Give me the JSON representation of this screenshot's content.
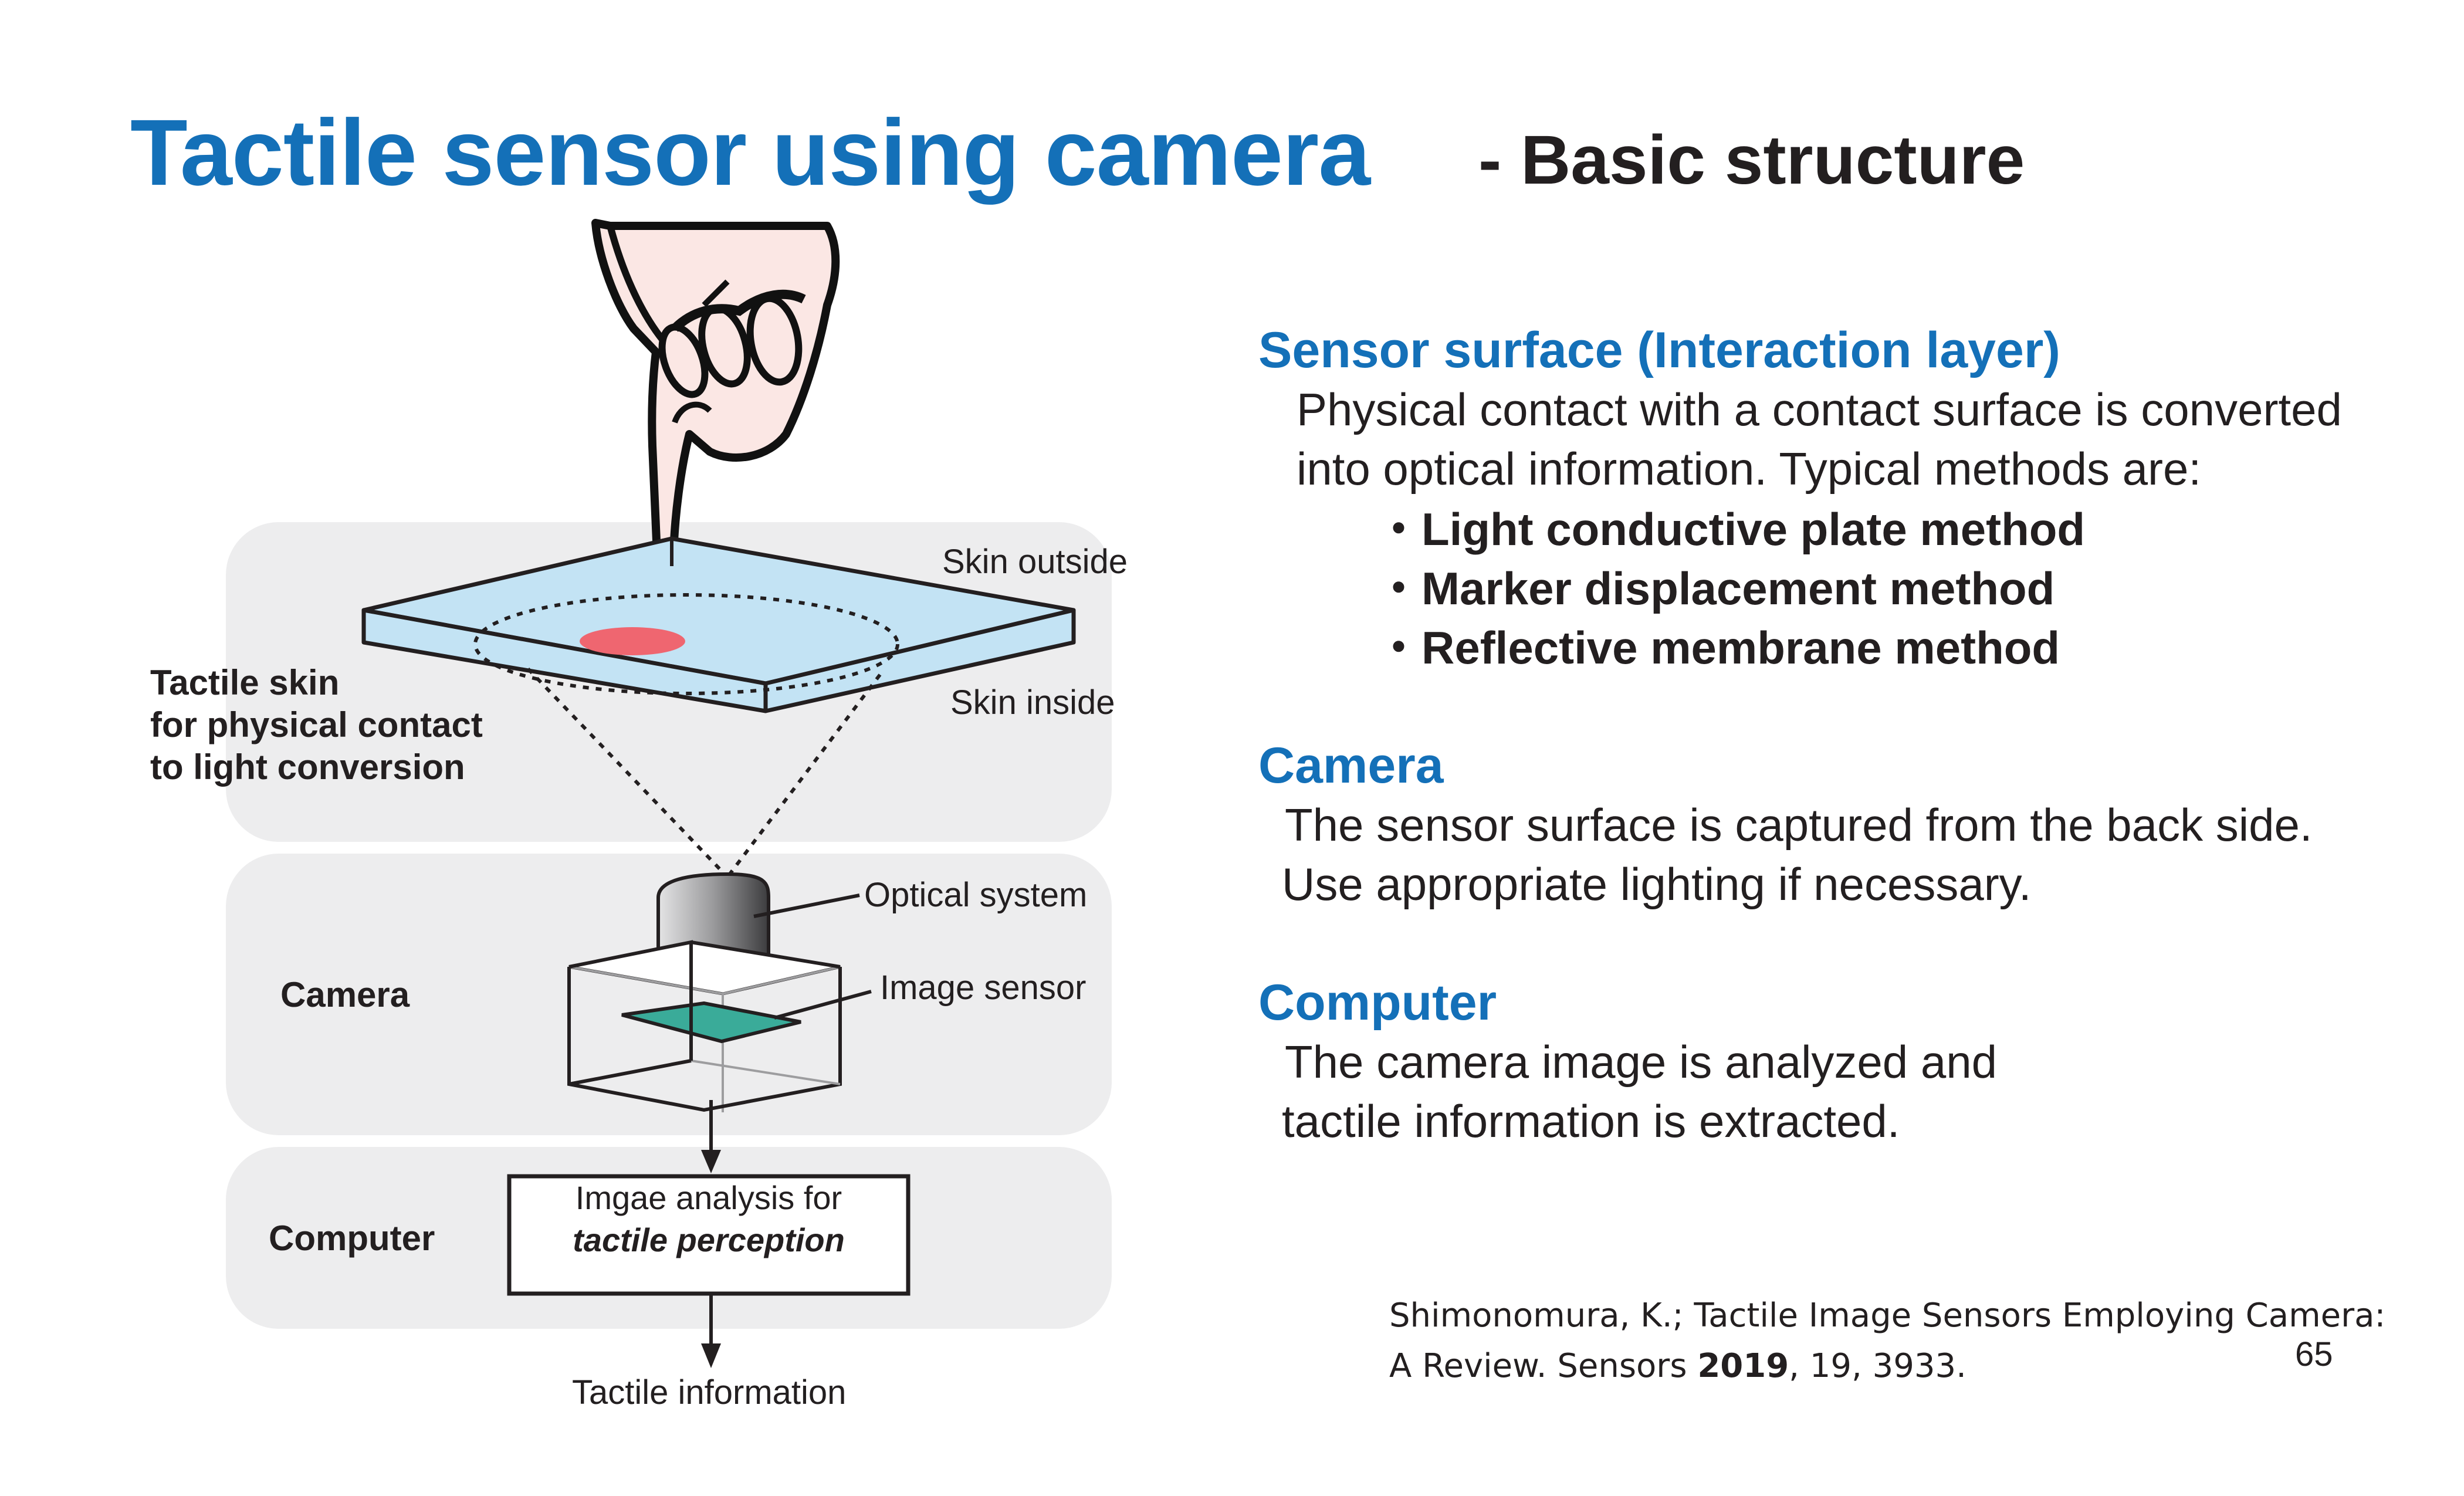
{
  "title": "Tactile sensor using camera",
  "subtitle": "- Basic structure",
  "diagram": {
    "skin_outside": "Skin outside",
    "skin_inside": "Skin inside",
    "tactile_skin_label": [
      "Tactile skin",
      "for physical contact",
      "to light conversion"
    ],
    "optical_system": "Optical system",
    "image_sensor": "Image sensor",
    "camera_label": "Camera",
    "computer_label": "Computer",
    "analysis_line1": "Imgae analysis for",
    "analysis_line2": "tactile perception",
    "tactile_information": "Tactile information"
  },
  "sections": {
    "sensor_surface": {
      "heading": "Sensor surface (Interaction layer)",
      "line1": "Physical contact with a contact surface is converted",
      "line2": "into optical information. Typical methods are:",
      "methods": [
        "・Light conductive plate method",
        "・Marker displacement method",
        "・Reflective membrane method"
      ]
    },
    "camera": {
      "heading": "Camera",
      "line1": "The sensor surface is captured from the back side.",
      "line2": "Use appropriate lighting if necessary."
    },
    "computer": {
      "heading": "Computer",
      "line1": "The camera image is analyzed and",
      "line2": "tactile information is extracted."
    }
  },
  "reference": {
    "line1": "Shimonomura, K.; Tactile Image Sensors Employing Camera:",
    "line2_prefix": "A Review. Sensors ",
    "year": "2019",
    "line2_suffix": ", 19, 3933."
  },
  "page_number": "65",
  "colors": {
    "title_blue": "#1470b8",
    "band_gray": "#ededee",
    "skin_blue": "#c3e3f4",
    "contact_red": "#ef6670",
    "sensor_teal": "#3aab99",
    "finger_pink": "#fbe7e4"
  }
}
